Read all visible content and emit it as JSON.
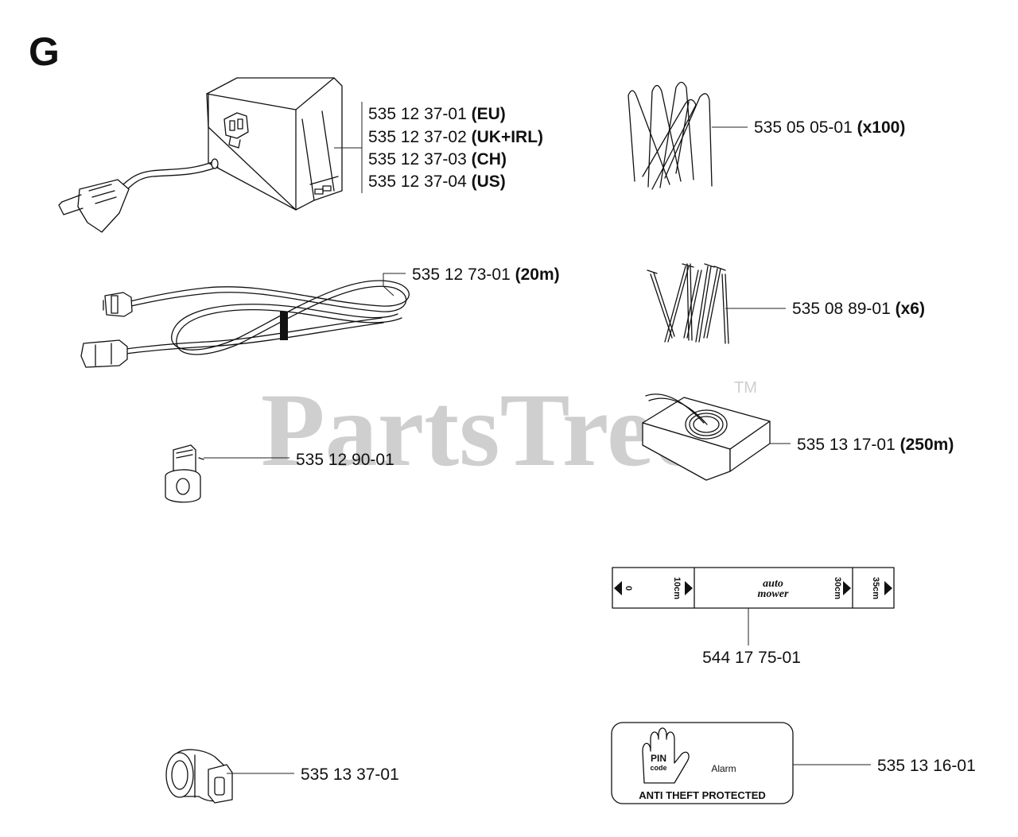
{
  "section_letter": "G",
  "watermark": {
    "text": "PartsTree",
    "tm": "TM"
  },
  "parts": [
    {
      "id": "transformer",
      "lines": [
        {
          "number": "535 12 37-01",
          "qualifier": "(EU)"
        },
        {
          "number": "535 12 37-02",
          "qualifier": "(UK+IRL)"
        },
        {
          "number": "535 12 37-03",
          "qualifier": "(CH)"
        },
        {
          "number": "535 12 37-04",
          "qualifier": "(US)"
        }
      ]
    },
    {
      "id": "staples",
      "number": "535 05 05-01",
      "qualifier": "(x100)"
    },
    {
      "id": "cable",
      "number": "535 12 73-01",
      "qualifier": "(20m)"
    },
    {
      "id": "pegs",
      "number": "535 08 89-01",
      "qualifier": "(x6)"
    },
    {
      "id": "wire-box",
      "number": "535 13 17-01",
      "qualifier": "(250m)"
    },
    {
      "id": "connector",
      "number": "535 12 90-01",
      "qualifier": ""
    },
    {
      "id": "gauge",
      "number": "544 17 75-01",
      "qualifier": ""
    },
    {
      "id": "coupler",
      "number": "535 13 37-01",
      "qualifier": ""
    },
    {
      "id": "decal",
      "number": "535 13 16-01",
      "qualifier": ""
    }
  ],
  "gauge_marks": {
    "zero": "0",
    "ten": "10cm",
    "thirty": "30cm",
    "thirtyfive": "35cm",
    "logo_top": "auto",
    "logo_bottom": "mower"
  },
  "decal_text": {
    "pin": "PIN",
    "code": "code",
    "alarm": "Alarm",
    "caption": "ANTI THEFT PROTECTED"
  }
}
